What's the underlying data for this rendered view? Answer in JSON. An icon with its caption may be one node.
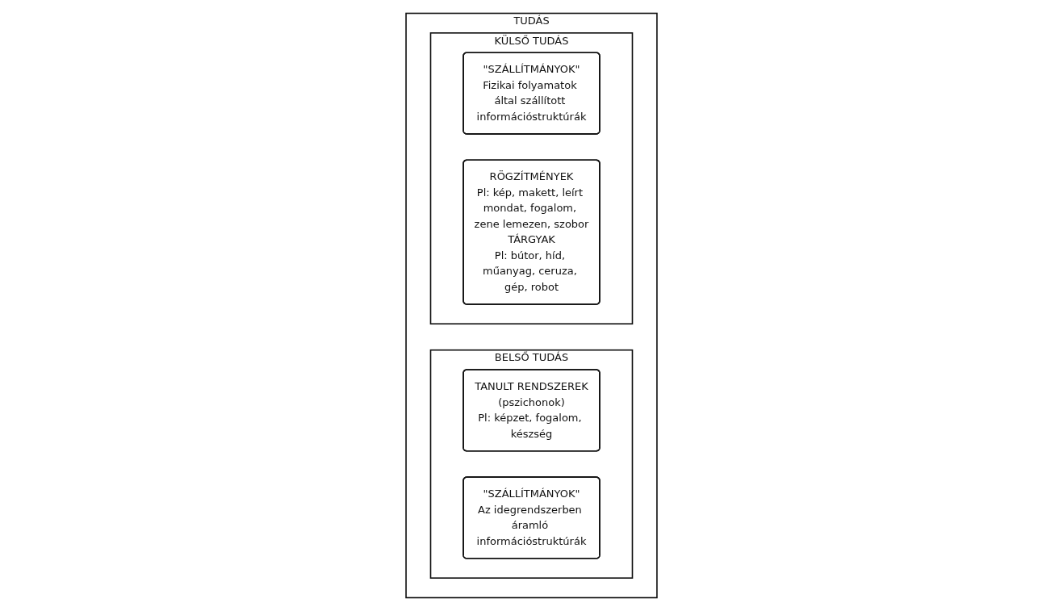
{
  "diagram": {
    "nodes": [
      {
        "text": [
          "TUDÁS"
        ]
      },
      {
        "text": [
          "BELSŐ TUDÁS"
        ],
        "in": 0
      },
      {
        "text": [
          "TANULT RENDSZEREK",
          "(pszichonok)",
          "Pl: képzet, fogalom, készség"
        ],
        "in": 1
      },
      {
        "text": [
          "\"SZÁLLÍTMÁNYOK\"",
          "Az idegrendszerben áramló információstruktúrák"
        ],
        "in": 1
      },
      {
        "text": [
          "KÜLSŐ TUDÁS"
        ],
        "in": 0
      },
      {
        "text": [
          "\"SZÁLLÍTMÁNYOK\"",
          "Fizikai folyamatok által szállított információstruktúrák"
        ],
        "in": 4
      },
      {
        "text": [
          "RÖGZÍTMÉNYEK",
          "Pl: kép, makett, leírt mondat, fogalom, zene lemezen, szobor",
          "TÁRGYAK",
          "Pl: bútor, híd, műanyag, ceruza, gép, robot"
        ],
        "in": 4
      }
    ],
    "edges": []
  }
}
